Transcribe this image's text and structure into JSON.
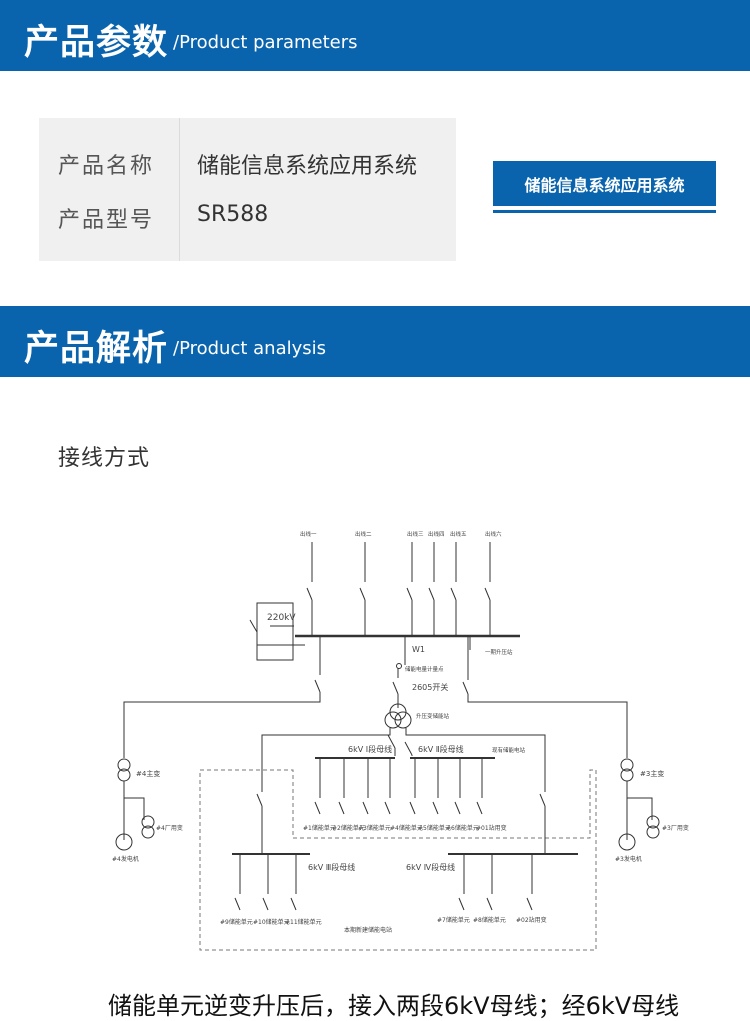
{
  "header_params": {
    "title_cn": "产品参数",
    "title_en": "/Product parameters"
  },
  "params": {
    "name_label": "产品名称",
    "name_value": "储能信息系统应用系统",
    "model_label": "产品型号",
    "model_value": "SR588"
  },
  "product_button": {
    "label": "储能信息系统应用系统"
  },
  "header_analysis": {
    "title_cn": "产品解析",
    "title_en": "/Product analysis"
  },
  "wiring": {
    "heading": "接线方式"
  },
  "diagram": {
    "bus_220": "220kV",
    "w1": "W1",
    "feeders": [
      "出线一",
      "出线二",
      "出线三",
      "出线四",
      "出线五",
      "出线六"
    ],
    "bus_right_note": "一期升压站",
    "meter_note": "储能电量计量点",
    "breaker_2605": "2605开关",
    "transformer_note": "升压变储能站",
    "bus_6kv_1": "6kV Ⅰ段母线",
    "bus_6kv_2": "6kV Ⅱ段母线",
    "new_station_note": "现有储能电站",
    "main_t4": "#4主变",
    "aux_t4": "#4厂用变",
    "gen4": "#4发电机",
    "main_t3": "#3主变",
    "aux_t3": "#3厂用变",
    "gen3": "#3发电机",
    "units_top": [
      "#1储能单元",
      "#2储能单元",
      "#3储能单元",
      "#4储能单元",
      "#5储能单元",
      "#6储能单元",
      "#01站用变"
    ],
    "bus_6kv_3": "6kV Ⅲ段母线",
    "bus_6kv_4": "6kV Ⅳ段母线",
    "units_bottom_left": [
      "#9储能单元",
      "#10储能单元",
      "#11储能单元"
    ],
    "units_bottom_right": [
      "#7储能单元",
      "#8储能单元",
      "#02站用变"
    ],
    "phase_note": "本期新建储能电站"
  },
  "caption": {
    "text": "储能单元逆变升压后，接入两段6kV母线；经6kV母线"
  }
}
